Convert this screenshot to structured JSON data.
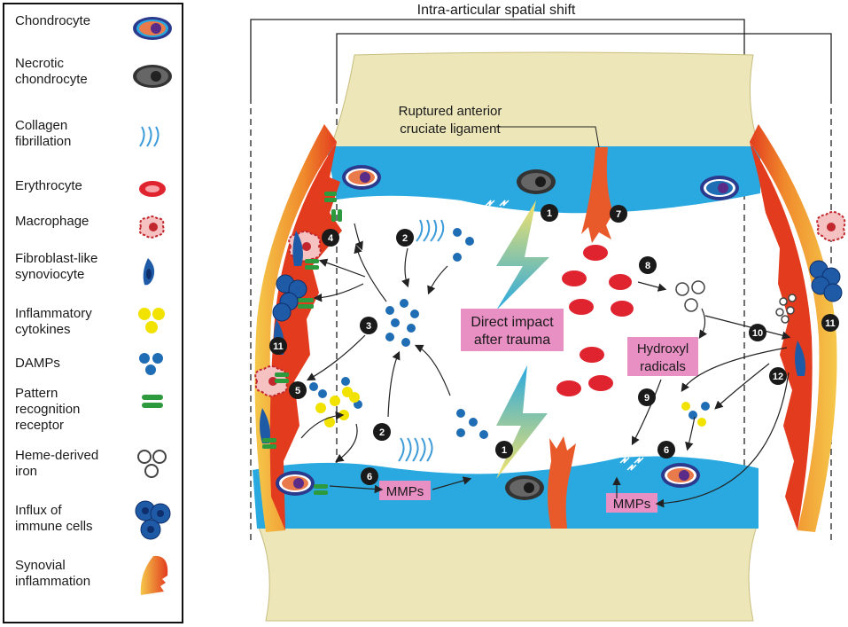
{
  "legend": {
    "items": [
      {
        "label": "Chondrocyte",
        "icon": "chondrocyte-icon"
      },
      {
        "label": "Necrotic\nchondrocyte",
        "icon": "necrotic-chondrocyte-icon"
      },
      {
        "label": "Collagen\nfibrillation",
        "icon": "collagen-fibrillation-icon"
      },
      {
        "label": "Erythrocyte",
        "icon": "erythrocyte-icon"
      },
      {
        "label": "Macrophage",
        "icon": "macrophage-icon"
      },
      {
        "label": "Fibroblast-like\nsynoviocyte",
        "icon": "synoviocyte-icon"
      },
      {
        "label": "Inflammatory\ncytokines",
        "icon": "cytokines-icon"
      },
      {
        "label": "DAMPs",
        "icon": "damps-icon"
      },
      {
        "label": "Pattern\nrecognition\nreceptor",
        "icon": "receptor-icon"
      },
      {
        "label": "Heme-derived\niron",
        "icon": "iron-icon"
      },
      {
        "label": "Influx of\nimmune cells",
        "icon": "immune-cells-icon"
      },
      {
        "label": "Synovial\ninflammation",
        "icon": "synovial-inflammation-icon"
      }
    ]
  },
  "diagram": {
    "title": "Intra-articular spatial shift",
    "acl_label_1": "Ruptured anterior",
    "acl_label_2": "cruciate ligament",
    "impact_label_1": "Direct impact",
    "impact_label_2": "after trauma",
    "hydroxyl_label_1": "Hydroxyl",
    "hydroxyl_label_2": "radicals",
    "mmp_left": "MMPs",
    "mmp_right": "MMPs",
    "numbers": [
      "1",
      "1",
      "2",
      "2",
      "3",
      "4",
      "5",
      "6",
      "6",
      "7",
      "8",
      "9",
      "10",
      "11",
      "11",
      "12"
    ]
  },
  "colors": {
    "bone": "#ece6b9",
    "cartilage": "#29a9e0",
    "highlight_box": "#e88fc4",
    "erythrocyte": "#e0242f",
    "damps": "#1f6db4",
    "cytokines": "#f2e200",
    "receptor": "#2d9a3e",
    "synovium_red": "#e23b1e",
    "synovium_yellow": "#f5c84a"
  }
}
